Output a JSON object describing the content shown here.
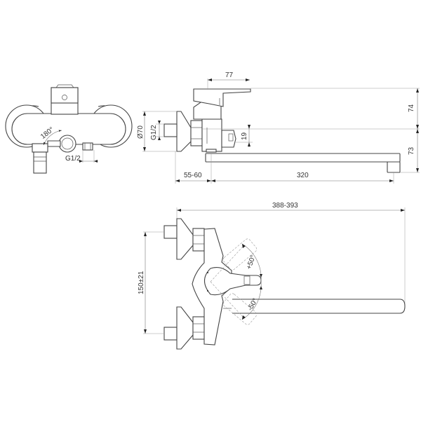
{
  "drawing": {
    "subject": "Wall-mounted bath/shower mixer with long swivel spout — technical dimension drawing",
    "views": [
      {
        "name": "front-view",
        "description": "front elevation with diverter"
      },
      {
        "name": "side-view",
        "description": "side elevation"
      },
      {
        "name": "top-view",
        "description": "plan view with spout swivel range"
      }
    ],
    "dimensions": {
      "front": {
        "diverter_rotation": "180°",
        "connection_thread": "G1/2"
      },
      "side": {
        "lever_length": "77",
        "height_top": "74",
        "height_bottom": "73",
        "outlet_offset": "19",
        "rosette_diameter": "Ø70",
        "inlet_thread": "G1/2",
        "wall_distance": "55-60",
        "spout_length": "320"
      },
      "top": {
        "overall_projection": "388-393",
        "inlet_centres": "150±21",
        "lever_swing_plus": "+50°",
        "lever_swing_minus": "-50°"
      }
    },
    "colors": {
      "line": "#444444",
      "dimension": "#777777",
      "text": "#333333",
      "background": "#ffffff"
    }
  }
}
